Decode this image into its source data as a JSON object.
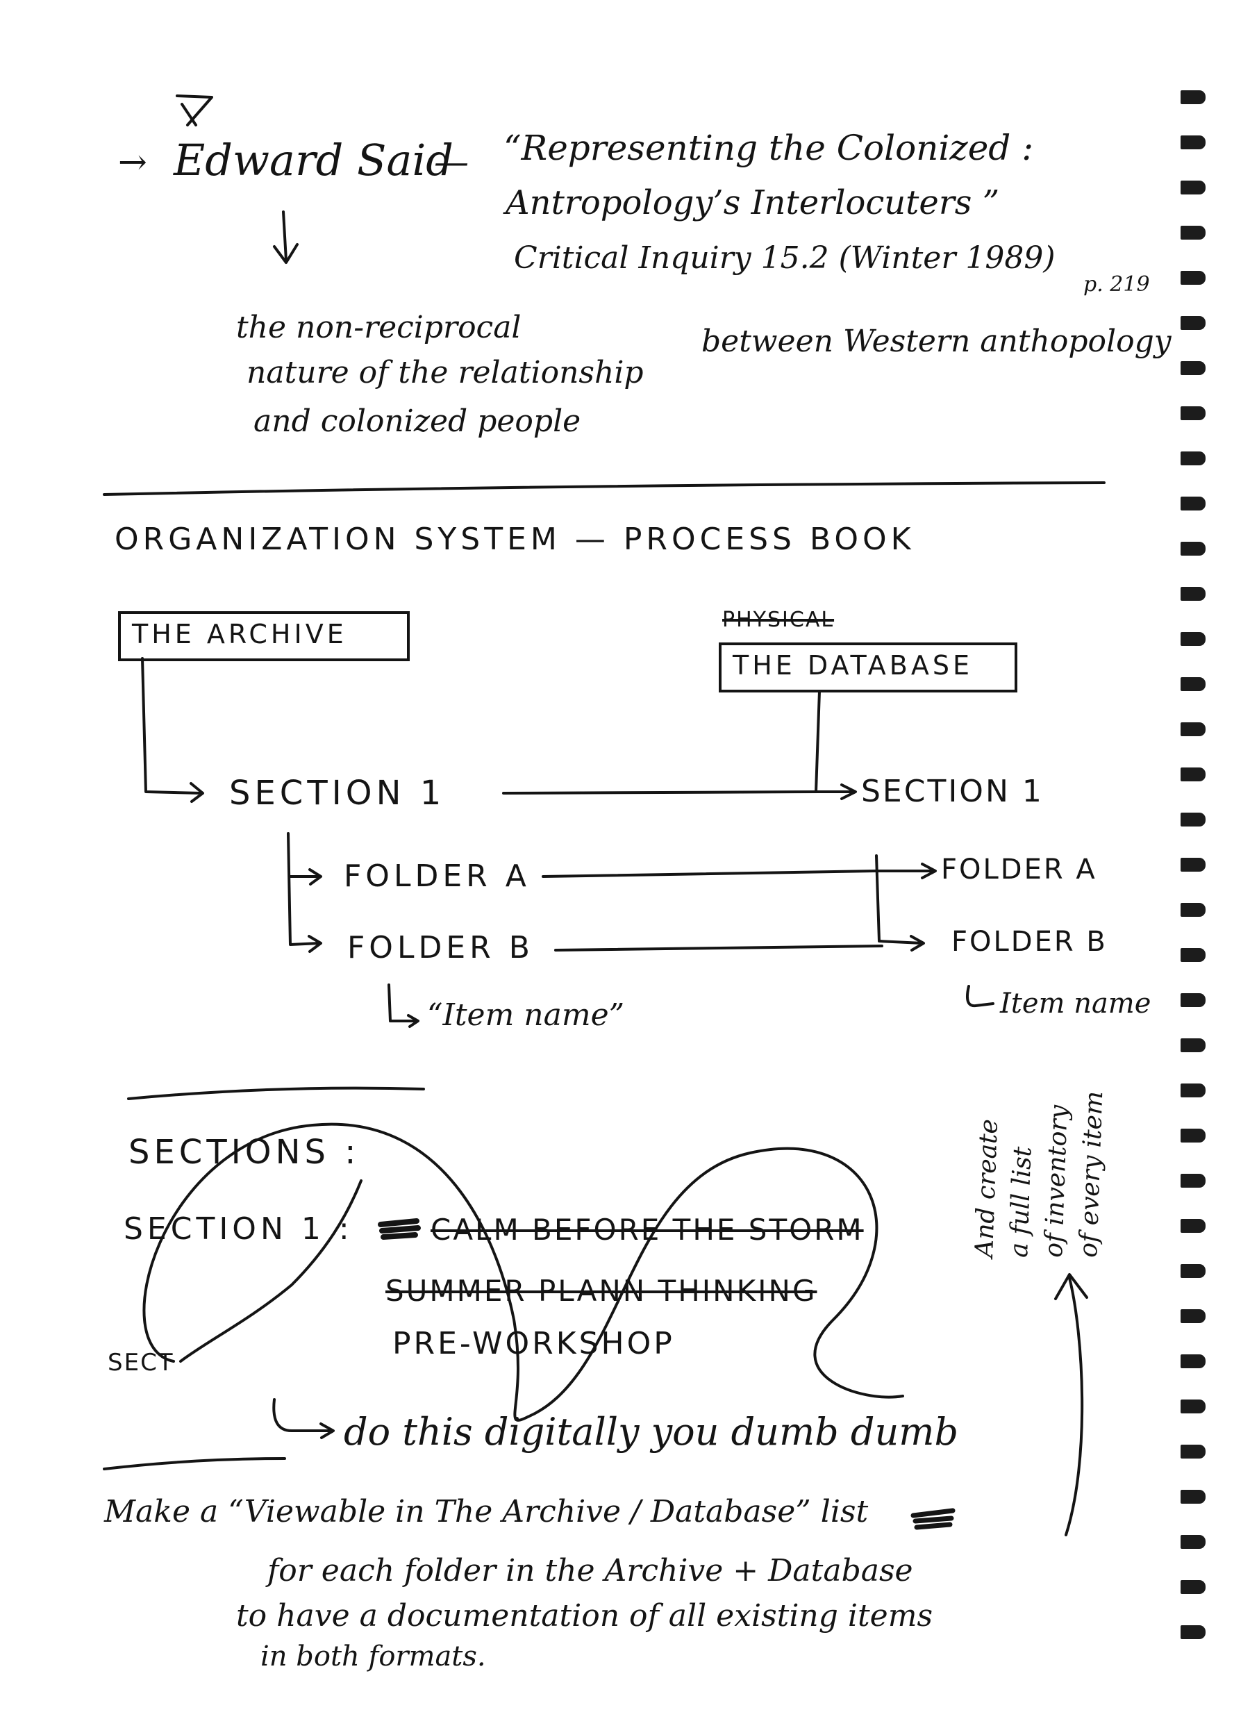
{
  "citation": {
    "mark": "✗",
    "arrow": "→",
    "author": "Edward Said",
    "dash": "—",
    "title_line1": "“Representing the Colonized :",
    "title_line2": "Antropology’s Interlocuters ”",
    "source": "Critical Inquiry 15.2 (Winter 1989)",
    "page": "p. 219",
    "note_line1": "the non-reciprocal",
    "note_line2": "nature of the relationship",
    "note_insert": "between Western anthopology",
    "note_line3": "and colonized people"
  },
  "organization": {
    "heading": "ORGANIZATION SYSTEM — PROCESS BOOK",
    "archive_box": "THE ARCHIVE",
    "database_struck": "PHYSICAL",
    "database_box": "THE DATABASE",
    "left": {
      "section": "SECTION 1",
      "folder_a": "FOLDER A",
      "folder_b": "FOLDER B",
      "item": "“Item name”"
    },
    "right": {
      "section": "SECTION 1",
      "folder_a": "FOLDER A",
      "folder_b": "FOLDER B",
      "item": "Item name"
    }
  },
  "sections": {
    "heading": "SECTIONS :",
    "section1_label": "SECTION 1 :",
    "struck_1": "CALM BEFORE THE STORM",
    "struck_2": "SUMMER PLANN THINKING",
    "current": "PRE-WORKSHOP",
    "sect": "SECT",
    "digital_note": "do this digitally you dumb dumb",
    "side_note_1": "And create",
    "side_note_2": "a full list",
    "side_note_3": "of inventory",
    "side_note_4": "of every item"
  },
  "final_note": {
    "line1": "Make a “Viewable in The Archive / Database” list",
    "line2": "for each folder in the Archive + Database",
    "line3": "to have a documentation of all existing items",
    "line4": "in both formats."
  },
  "colors": {
    "ink": "#141414",
    "paper": "#ffffff"
  }
}
